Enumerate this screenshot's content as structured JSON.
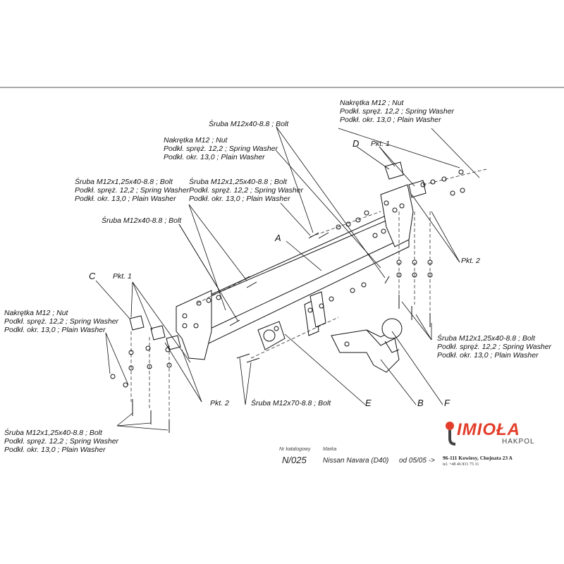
{
  "labels": {
    "nut_top_right": [
      "Nakrętka  M12 ; Nut",
      "Podkł. spręż. 12,2 ; Spring Washer",
      "Podkł. okr. 13,0 ;  Plain Washer"
    ],
    "bolt_top": [
      "Śruba M12x40-8.8 ;  Bolt"
    ],
    "nut_top_center": [
      "Nakrętka  M12 ; Nut",
      "Podkł. spręż. 12,2 ; Spring Washer",
      "Podkł. okr. 13,0 ;  Plain Washer"
    ],
    "bolt_125_left": [
      "Śruba M12x1,25x40-8.8 ;  Bolt",
      "Podkł. spręż. 12,2 ; Spring Washer",
      "Podkł. okr. 13,0 ;  Plain Washer"
    ],
    "bolt_125_center": [
      "Śruba M12x1,25x40-8.8 ;  Bolt",
      "Podkł. spręż. 12,2 ; Spring Washer",
      "Podkł. okr. 13,0 ;  Plain Washer"
    ],
    "bolt_left": [
      "Śruba M12x40-8.8 ;  Bolt"
    ],
    "nut_left": [
      "Nakrętka  M12 ; Nut",
      "Podkł. spręż. 12,2 ; Spring Washer",
      "Podkł. okr. 13,0 ;  Plain Washer"
    ],
    "bolt_125_right": [
      "Śruba M12x1,25x40-8.8 ;  Bolt",
      "Podkł. spręż. 12,2 ; Spring Washer",
      "Podkł. okr. 13,0 ;  Plain Washer"
    ],
    "bolt_125_bottom": [
      "Śruba M12x1,25x40-8.8 ;  Bolt",
      "Podkł. spręż. 12,2 ; Spring Washer",
      "Podkł. okr. 13,0 ;  Plain Washer"
    ],
    "bolt_m12x70": "Śruba M12x70-8.8 ;  Bolt"
  },
  "letters": {
    "A": "A",
    "B": "B",
    "C": "C",
    "D": "D",
    "E": "E",
    "F": "F",
    "pkt1_left": "Pkt. 1",
    "pkt1_right": "Pkt. 1",
    "pkt2_left": "Pkt. 2",
    "pkt2_right": "Pkt. 2"
  },
  "footer": {
    "catalog_label": "Nr katalogowy",
    "catalog_value": "N/025",
    "brand_label": "Marka",
    "brand_value": "Nissan Navara (D40)",
    "date_value": "od  05/05 ->"
  },
  "logo": {
    "name": "IMIOŁA",
    "sub": "HAKPOL",
    "address": "96-111 Kowiesy, Chojnata 23 A",
    "phone": "tel. +48 46 831 75 31",
    "color": "#e23d2a"
  }
}
